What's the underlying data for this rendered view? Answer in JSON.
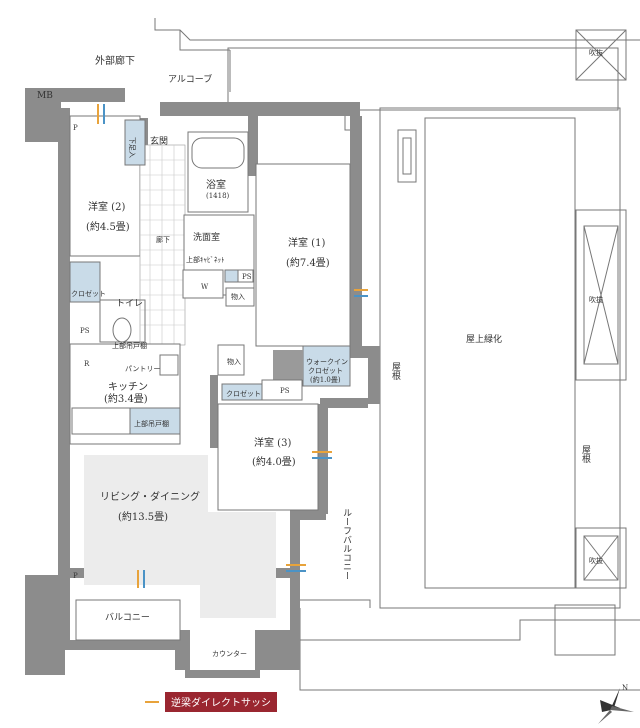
{
  "labels": {
    "outer_corridor": "外部廊下",
    "alcove": "アルコーブ",
    "mb": "MB",
    "entrance": "玄関",
    "shoe_box": "下足入",
    "bathroom": "浴室",
    "bathroom_size": "(1418)",
    "western1": "洋室 (1)",
    "western1_size": "(約7.4畳)",
    "western2": "洋室 (2)",
    "western2_size": "(約4.5畳)",
    "western3": "洋室 (3)",
    "western3_size": "(約4.0畳)",
    "corridor": "廊下",
    "washroom": "洗面室",
    "upper_cabinet": "上部ｷｬﾋﾞﾈｯﾄ",
    "w": "W",
    "ps": "PS",
    "storage": "物入",
    "closet": "クロゼット",
    "toilet": "トイレ",
    "pantry": "パントリー",
    "kitchen": "キッチン",
    "kitchen_size": "(約3.4畳)",
    "r": "R",
    "wic": "ウォークイン",
    "wic2": "クロゼット",
    "wic_size": "(約1.0畳)",
    "living": "リビング・ダイニング",
    "living_size": "(約13.5畳)",
    "balcony": "バルコニー",
    "roof_balcony": "ルーフバルコニー",
    "counter": "カウンター",
    "roof_greening": "屋上緑化",
    "roof": "屋根",
    "void": "吹抜",
    "p": "P",
    "upper_shelf": "上部吊戸棚",
    "legend": "逆梁ダイレクトサッシ",
    "north": "N"
  },
  "colors": {
    "wall": "#8c8c8c",
    "living_floor": "#ececec",
    "closet_fill": "#c9dbe8",
    "legend_bg": "#9a2630",
    "sash_orange": "#e8a33b",
    "sash_blue": "#4b93c6"
  }
}
